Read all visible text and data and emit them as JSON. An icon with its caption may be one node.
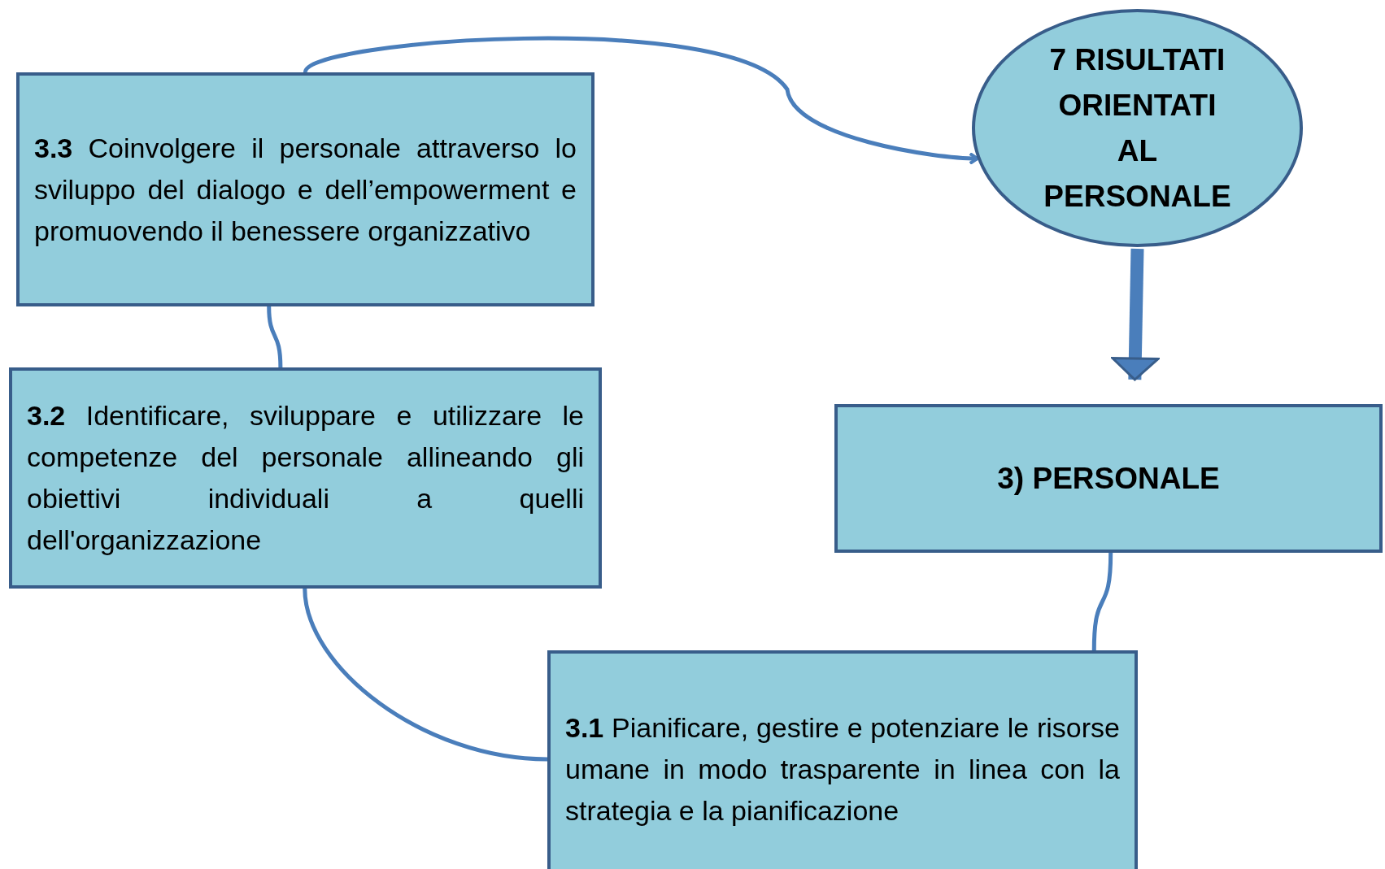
{
  "diagram": {
    "nodes": [
      {
        "text": [
          "**3.3** Coinvolgere il personale attraverso lo sviluppo del dialogo e dell’empowerment e promuovendo il benessere organizzativo"
        ]
      },
      {
        "text": [
          "7 RISULTATI ORIENTATI AL PERSONALE"
        ]
      },
      {
        "text": [
          "**3.2** Identificare, sviluppare e utilizzare le competenze del personale allineando gli obiettivi individuali a quelli dell'organizzazione"
        ]
      },
      {
        "text": [
          "3) PERSONALE"
        ]
      },
      {
        "text": [
          "**3.1** Pianificare, gestire e potenziare le risorse umane in modo trasparente in linea con la strategia e la pianificazione"
        ]
      }
    ],
    "edges": [
      {
        "from": 0,
        "to": 1,
        "arrow": "to"
      },
      {
        "from": 1,
        "to": 3,
        "arrow": "to",
        "style": "thick"
      },
      {
        "from": 0,
        "to": 2,
        "arrow": "none"
      },
      {
        "from": 2,
        "to": 4,
        "arrow": "none"
      },
      {
        "from": 3,
        "to": 4,
        "arrow": "none"
      }
    ]
  }
}
